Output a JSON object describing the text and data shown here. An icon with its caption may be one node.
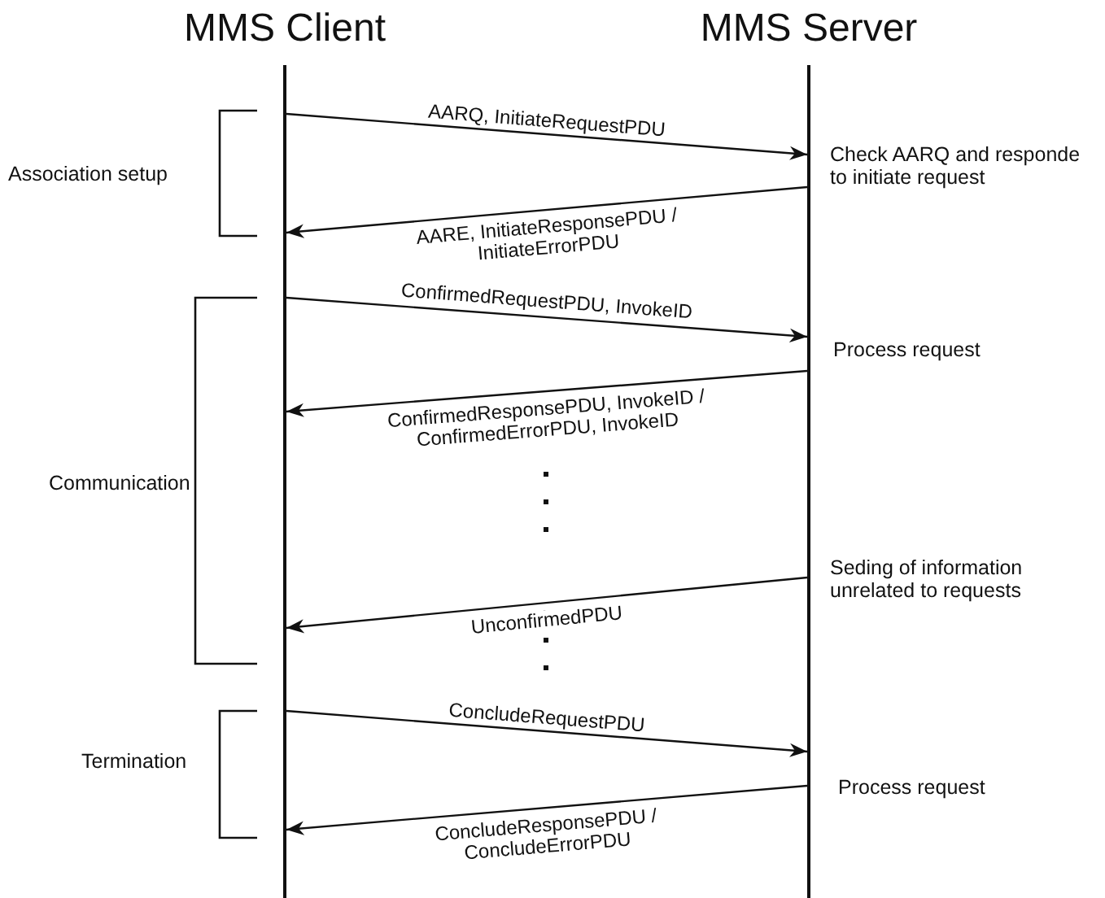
{
  "diagram": {
    "nodes": [
      {
        "text": [
          "MMS Client"
        ]
      },
      {
        "text": [
          "MMS Server"
        ]
      }
    ],
    "edges": [
      {
        "from": 0,
        "to": 1,
        "arrow": "to",
        "label": "AARQ, InitiateRequestPDU"
      },
      {
        "from": 1,
        "to": 0,
        "arrow": "to",
        "label": "AARE, InitiateResponsePDU / InitiateErrorPDU"
      },
      {
        "from": 0,
        "to": 1,
        "arrow": "to",
        "label": "ConfirmedRequestPDU, InvokeID"
      },
      {
        "from": 1,
        "to": 0,
        "arrow": "to",
        "label": "ConfirmedResponsePDU, InvokeID / ConfirmedErrorPDU, InvokeID"
      },
      {
        "from": 1,
        "to": 0,
        "arrow": "to",
        "label": "UnconfirmedPDU"
      },
      {
        "from": 0,
        "to": 1,
        "arrow": "to",
        "label": "ConcludeRequestPDU"
      },
      {
        "from": 1,
        "to": 0,
        "arrow": "to",
        "label": "ConcludeResponsePDU / ConcludeErrorPDU"
      }
    ],
    "labels": [
      "Association setup",
      "Check AARQ and responde to initiate request",
      "Process request",
      "Communication",
      "Seding of information unrelated to requests",
      "Termination",
      "Process request"
    ]
  }
}
